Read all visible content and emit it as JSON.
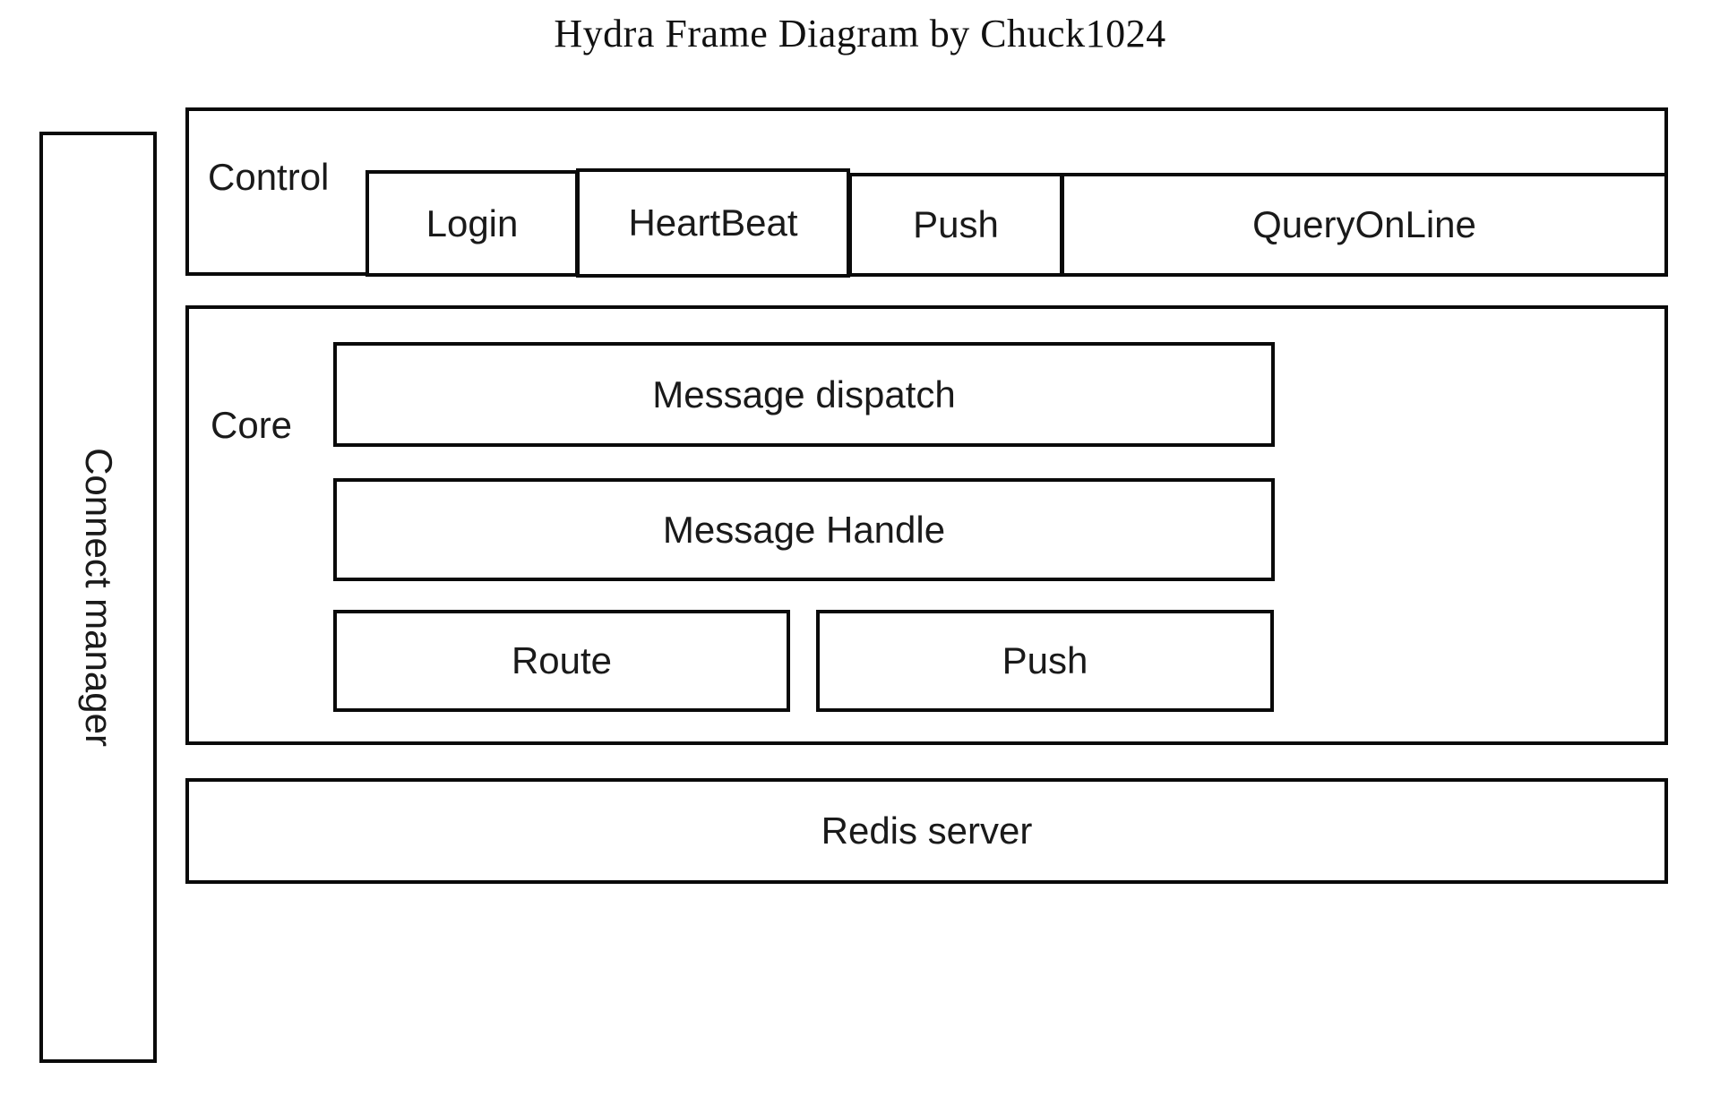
{
  "diagram": {
    "title": "Hydra Frame Diagram by Chuck1024",
    "background_color": "#ffffff",
    "line_color": "#0a0a0a",
    "text_color": "#1a1a1a"
  },
  "connect_manager": {
    "label": "Connect  manager",
    "orientation": "vertical"
  },
  "control": {
    "label": "Control",
    "items": [
      {
        "label": "Login"
      },
      {
        "label": "HeartBeat"
      },
      {
        "label": "Push"
      },
      {
        "label": "QueryOnLine"
      }
    ]
  },
  "core": {
    "label": "Core",
    "items": [
      {
        "label": "Message dispatch"
      },
      {
        "label": "Message Handle"
      },
      {
        "label": "Route"
      },
      {
        "label": "Push"
      }
    ]
  },
  "storage": {
    "label": "Redis server"
  }
}
